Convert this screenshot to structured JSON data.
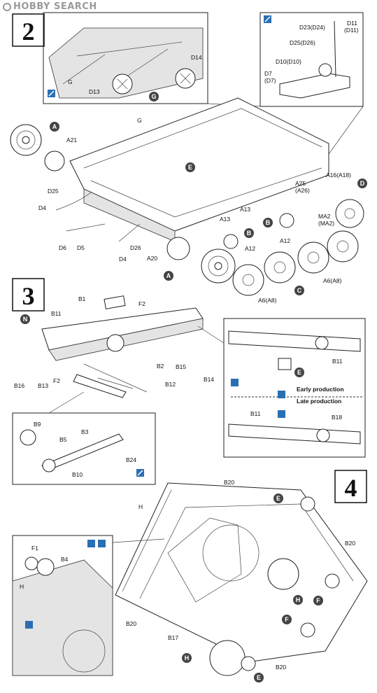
{
  "watermark": "HOBBY SEARCH",
  "steps": [
    "2",
    "3",
    "4"
  ],
  "step2": {
    "labels": [
      "G",
      "D14",
      "D13",
      "G",
      "A",
      "A21",
      "D25",
      "D4",
      "D6",
      "D5",
      "D26",
      "D4",
      "A20",
      "A",
      "E",
      "A13",
      "B",
      "A13",
      "B",
      "A12",
      "A25",
      "(A26)",
      "MA2",
      "(MA2)",
      "A16(A18)",
      "D",
      "A12",
      "A6(A8)",
      "C",
      "A6(A8)"
    ],
    "callout": [
      "D23(D24)",
      "D25(D26)",
      "D10(D10)",
      "D7",
      "(D7)",
      "D11",
      "(D11)"
    ]
  },
  "step3": {
    "labels": [
      "B1",
      "F2",
      "B11",
      "N",
      "B16",
      "B13",
      "F2",
      "B2",
      "B15",
      "B14",
      "B12"
    ],
    "sub_labels": [
      "B9",
      "B5",
      "B3",
      "B10",
      "B24"
    ],
    "variants": {
      "early": "Early production",
      "late": "Late production",
      "parts": [
        "B11",
        "E",
        "B11",
        "B18"
      ]
    }
  },
  "step4": {
    "labels": [
      "B20",
      "H",
      "E",
      "B20",
      "H",
      "F",
      "F",
      "B20",
      "B17",
      "H",
      "E",
      "B20"
    ],
    "sub_labels": [
      "F1",
      "B4",
      "H"
    ]
  }
}
